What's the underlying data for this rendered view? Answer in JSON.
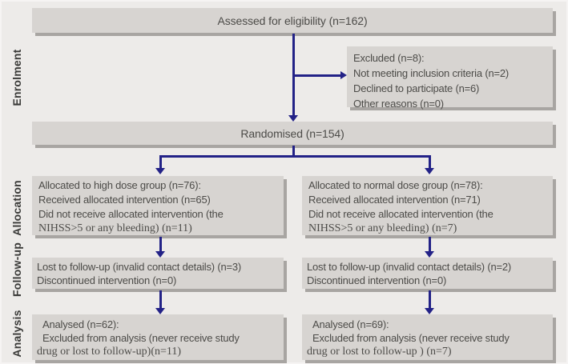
{
  "sidebar": {
    "labels": [
      {
        "id": "enrolment",
        "text": "Enrolment"
      },
      {
        "id": "allocation",
        "text": "Allocation"
      },
      {
        "id": "followup",
        "text": "Follow-up"
      },
      {
        "id": "analysis",
        "text": "Analysis"
      }
    ]
  },
  "boxes": {
    "assessed": {
      "text": "Assessed for eligibility (n=162)"
    },
    "excluded": {
      "lines": [
        "Excluded (n=8):",
        "Not meeting inclusion criteria (n=2)",
        "Declined to participate (n=6)",
        "Other reasons (n=0)"
      ]
    },
    "randomised": {
      "text": "Randomised (n=154)"
    },
    "allocation_high": {
      "lines": [
        "Allocated to high dose group (n=76):",
        "Received allocated intervention (n=65)",
        "Did not receive allocated intervention (the",
        "NIHSS>5 or any bleeding) (n=11)"
      ]
    },
    "allocation_normal": {
      "lines": [
        "Allocated to normal dose group (n=78):",
        "Received allocated intervention (n=71)",
        "Did not receive allocated intervention (the",
        "NIHSS>5 or any bleeding) (n=7)"
      ]
    },
    "followup_high": {
      "lines": [
        "Lost to follow-up (invalid contact details) (n=3)",
        "Discontinued intervention (n=0)"
      ]
    },
    "followup_normal": {
      "lines": [
        "Lost to follow-up (invalid contact details) (n=2)",
        "Discontinued intervention (n=0)"
      ]
    },
    "analysis_high": {
      "lines": [
        "Analysed (n=62):",
        "Excluded from analysis (never receive study",
        "drug or lost to follow-up)(n=11)"
      ]
    },
    "analysis_normal": {
      "lines": [
        "Analysed (n=69):",
        "Excluded from analysis (never receive study",
        "drug or lost to follow-up ) (n=7)"
      ]
    }
  },
  "colors": {
    "background": "#edebe9",
    "box_fill": "#d7d4d1",
    "box_shadow": "#a8a5a2",
    "arrow": "#232287",
    "text": "#4c4b48",
    "sidebar_text": "#3a3a38"
  }
}
